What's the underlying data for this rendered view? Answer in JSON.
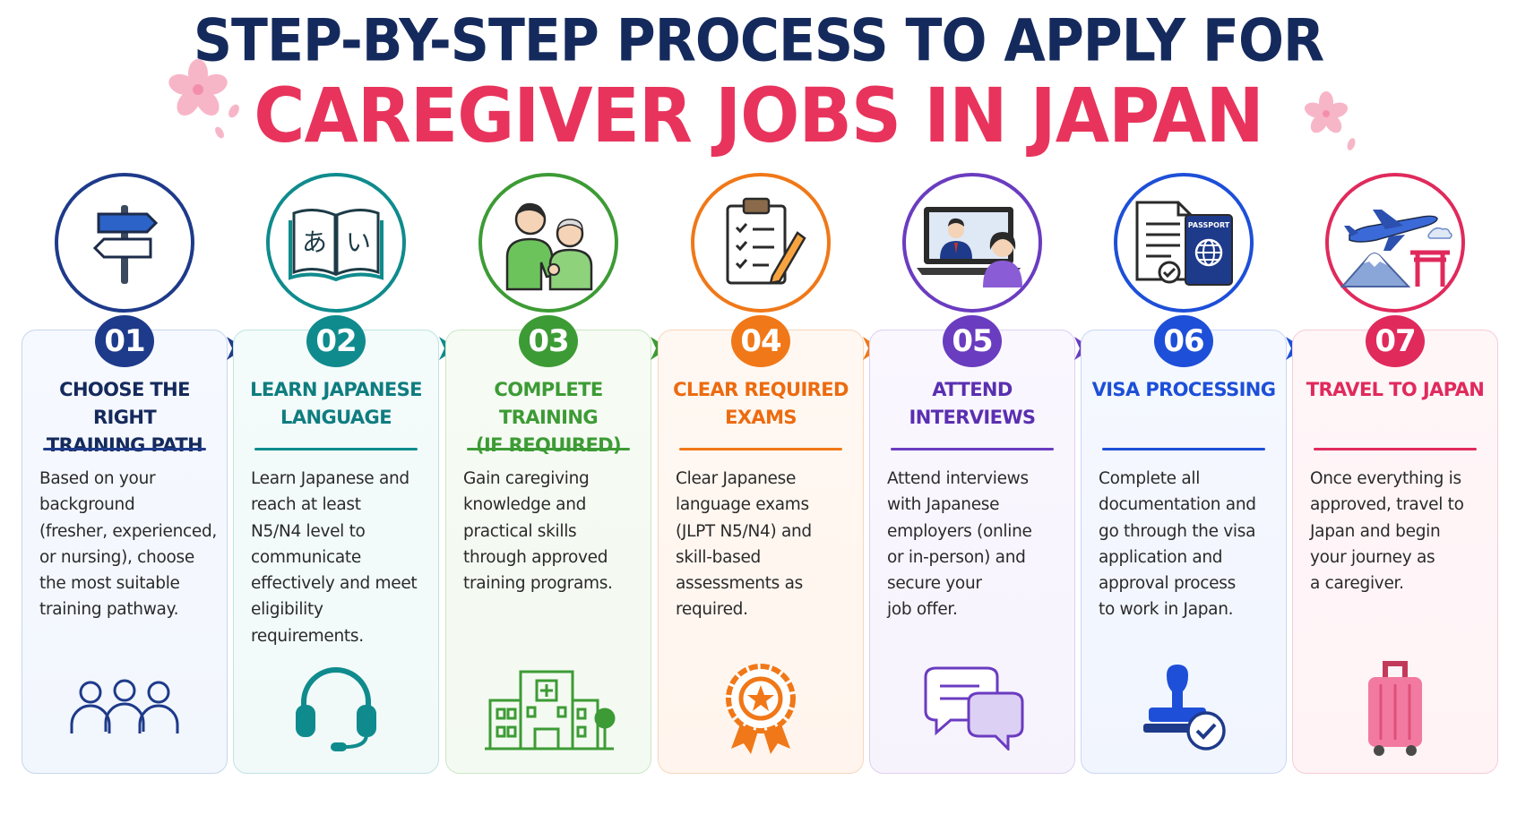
{
  "header": {
    "title_line1": "STEP-BY-STEP PROCESS TO APPLY FOR",
    "title_line2": "CAREGIVER JOBS IN JAPAN"
  },
  "colors": {
    "navy": "#152a5c",
    "pink": "#e8345c",
    "step1": "#1e3a8a",
    "step2": "#0f8b8d",
    "step3": "#3d9b35",
    "step4": "#f07818",
    "step5": "#6a3cc0",
    "step6": "#1d4fd8",
    "step7": "#e02a5c"
  },
  "steps": [
    {
      "number": "01",
      "title": "CHOOSE THE RIGHT\nTRAINING PATH",
      "description": "Based on your\nbackground\n(fresher, experienced,\nor nursing), choose\nthe most suitable\ntraining pathway.",
      "top_icon": "signpost-icon",
      "bottom_icon": "people-group-icon"
    },
    {
      "number": "02",
      "title": "LEARN JAPANESE\nLANGUAGE",
      "description": "Learn Japanese and\nreach at least\nN5/N4 level to\ncommunicate\neffectively and meet\neligibility\nrequirements.",
      "top_icon": "open-book-icon",
      "book_text_left": "あ",
      "book_text_right": "い",
      "bottom_icon": "headset-icon"
    },
    {
      "number": "03",
      "title": "COMPLETE TRAINING\n(IF REQUIRED)",
      "description": "Gain caregiving\nknowledge and\npractical skills\nthrough approved\ntraining programs.",
      "top_icon": "caregiver-elderly-icon",
      "bottom_icon": "hospital-building-icon"
    },
    {
      "number": "04",
      "title": "CLEAR REQUIRED\nEXAMS",
      "description": "Clear Japanese\nlanguage exams\n(JLPT N5/N4) and\nskill-based\nassessments as\nrequired.",
      "top_icon": "clipboard-checklist-icon",
      "bottom_icon": "award-ribbon-icon"
    },
    {
      "number": "05",
      "title": "ATTEND INTERVIEWS",
      "description": "Attend interviews\nwith Japanese\nemployers (online\nor in-person) and\nsecure your\njob offer.",
      "top_icon": "video-interview-icon",
      "bottom_icon": "chat-bubbles-icon"
    },
    {
      "number": "06",
      "title": "VISA PROCESSING",
      "description": "Complete all\ndocumentation and\ngo through the visa\napplication and\napproval process\nto work in Japan.",
      "top_icon": "passport-documents-icon",
      "passport_label": "PASSPORT",
      "bottom_icon": "approval-stamp-icon"
    },
    {
      "number": "07",
      "title": "TRAVEL TO JAPAN",
      "description": "Once everything is\napproved, travel to\nJapan and begin\nyour journey as\na caregiver.",
      "top_icon": "airplane-fuji-torii-icon",
      "bottom_icon": "suitcase-icon"
    }
  ]
}
